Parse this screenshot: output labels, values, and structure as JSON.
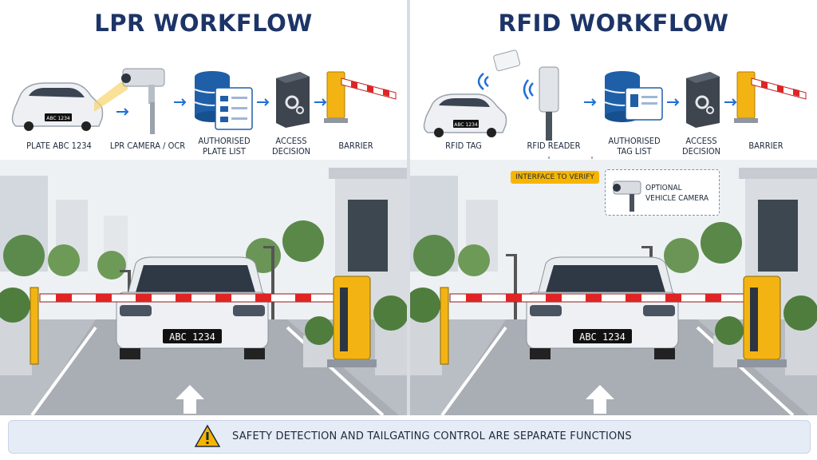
{
  "lpr": {
    "title": "LPR WORKFLOW",
    "steps": {
      "plate": "PLATE ABC 1234",
      "camera": "LPR CAMERA / OCR",
      "list": "AUTHORISED PLATE LIST",
      "decision": "ACCESS DECISION",
      "barrier": "BARRIER"
    },
    "car_plate": "ABC 1234",
    "icon_plate": "ABC 1234"
  },
  "rfid": {
    "title": "RFID WORKFLOW",
    "steps": {
      "tag": "RFID TAG",
      "reader": "RFID READER",
      "list": "AUTHORISED TAG LIST",
      "decision": "ACCESS DECISION",
      "barrier": "BARRIER"
    },
    "interface_label": "INTERFACE TO VERIFY",
    "optional_camera": "OPTIONAL VEHICLE CAMERA",
    "car_plate": "ABC 1234",
    "icon_plate": "ABC 1234"
  },
  "footer": {
    "warning": "SAFETY DETECTION AND TAILGATING CONTROL ARE SEPARATE FUNCTIONS",
    "warning_icon": "warning-icon"
  },
  "colors": {
    "title": "#1d3466",
    "accent_blue": "#1f6fd6",
    "barrier_yellow": "#f3b413",
    "barrier_red": "#e02424",
    "callout": "#f7b500"
  }
}
